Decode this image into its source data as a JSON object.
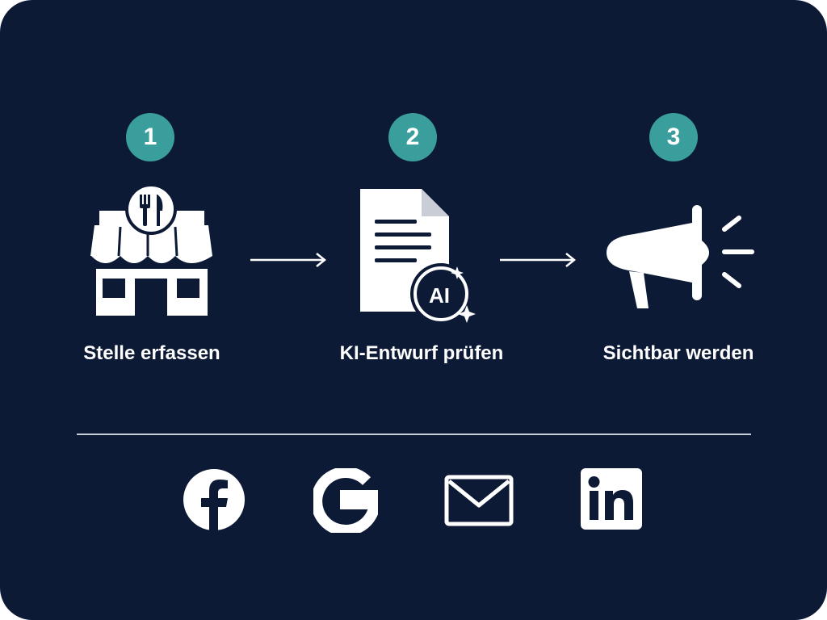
{
  "steps": [
    {
      "number": "1",
      "label": "Stelle erfassen",
      "icon": "storefront-icon"
    },
    {
      "number": "2",
      "label": "KI-Entwurf prüfen",
      "icon": "ai-document-icon",
      "icon_text": "AI"
    },
    {
      "number": "3",
      "label": "Sichtbar werden",
      "icon": "megaphone-icon"
    }
  ],
  "social_icons": [
    "facebook-icon",
    "google-icon",
    "email-icon",
    "linkedin-icon"
  ],
  "colors": {
    "background": "#0d1a36",
    "badge": "#3a9e9c",
    "foreground": "#ffffff",
    "divider": "#c9ced8"
  }
}
